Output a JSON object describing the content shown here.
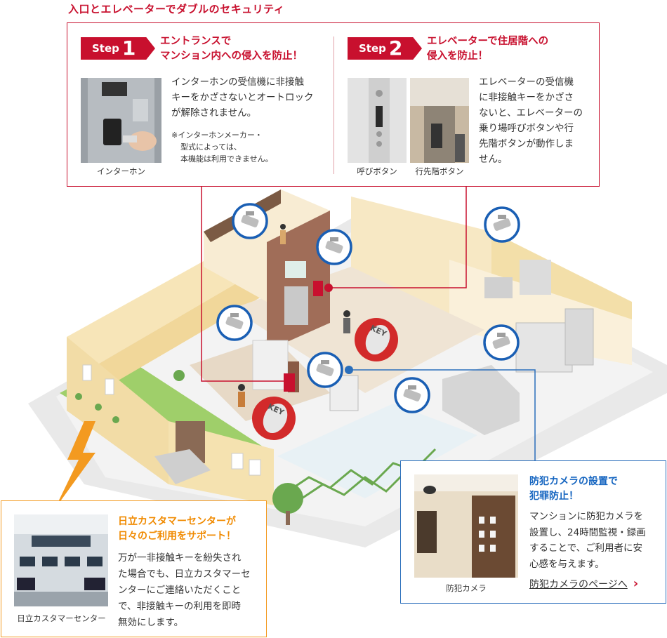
{
  "headline": "入口とエレベーターでダブルのセキュリティ",
  "step1": {
    "tag_word": "Step",
    "tag_number": "1",
    "title_line1": "エントランスで",
    "title_line2": "マンション内への侵入を防止！",
    "body_line1": "インターホンの受信機に非接触",
    "body_line2": "キーをかざさないとオートロック",
    "body_line3": "が解除されません。",
    "note_line1": "※インターホンメーカー・",
    "note_line2": "型式によっては、",
    "note_line3": "本機能は利用できません。",
    "photo_caption": "インターホン"
  },
  "step2": {
    "tag_word": "Step",
    "tag_number": "2",
    "title_line1": "エレベーターで住居階への",
    "title_line2": "侵入を防止！",
    "body_line1": "エレベーターの受信機",
    "body_line2": "に非接触キーをかざさ",
    "body_line3": "ないと、エレベーターの",
    "body_line4": "乗り場呼びボタンや行",
    "body_line5": "先階ボタンが動作しま",
    "body_line6": "せん。",
    "caption_a": "呼びボタン",
    "caption_b": "行先階ボタン"
  },
  "key_fob_label": "KEY",
  "support": {
    "title_line1": "日立カスタマーセンターが",
    "title_line2": "日々のご利用をサポート！",
    "body_line1": "万が一非接触キーを紛失され",
    "body_line2": "た場合でも、日立カスタマーセ",
    "body_line3": "ンターにご連絡いただくこと",
    "body_line4": "で、非接触キーの利用を即時",
    "body_line5": "無効にします。",
    "photo_caption": "日立カスタマーセンター"
  },
  "camera": {
    "title_line1": "防犯カメラの設置で",
    "title_line2": "犯罪防止！",
    "body_line1": "マンションに防犯カメラを",
    "body_line2": "設置し、24時間監視・録画",
    "body_line3": "することで、ご利用者に安",
    "body_line4": "心感を与えます。",
    "photo_caption": "防犯カメラ",
    "link_text": "防犯カメラのページへ",
    "link_arrow": "›"
  },
  "colors": {
    "red": "#c8102e",
    "orange": "#f39a20",
    "blue": "#2a6ebb",
    "camera_ring": "#1a5fb4"
  }
}
